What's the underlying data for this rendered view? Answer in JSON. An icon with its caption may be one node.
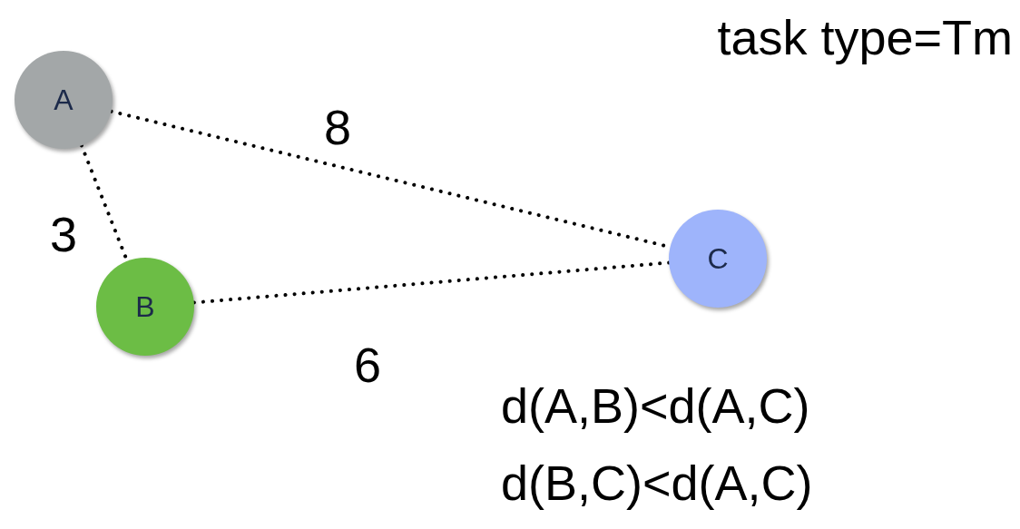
{
  "diagram": {
    "title": "task type=Tm",
    "nodes": [
      {
        "text": [
          "A"
        ]
      },
      {
        "text": [
          "B"
        ]
      },
      {
        "text": [
          "C"
        ]
      }
    ],
    "edges": [
      {
        "from": 0,
        "to": 2,
        "arrow": "none",
        "label": "8"
      },
      {
        "from": 0,
        "to": 1,
        "arrow": "none",
        "label": "3"
      },
      {
        "from": 1,
        "to": 2,
        "arrow": "none",
        "label": "6"
      }
    ],
    "labels": [
      "d(A,B)<d(A,C)",
      "d(B,C)<d(A,C)"
    ]
  }
}
